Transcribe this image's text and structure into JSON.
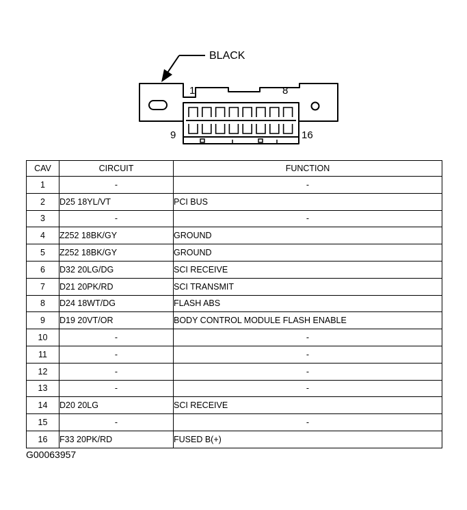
{
  "connector": {
    "wire_label": "BLACK",
    "pin_labels": {
      "top_left": "1",
      "top_right": "8",
      "bottom_left": "9",
      "bottom_right": "16"
    }
  },
  "table": {
    "headers": [
      "CAV",
      "CIRCUIT",
      "FUNCTION"
    ],
    "rows": [
      {
        "cav": "1",
        "circuit": "-",
        "function": "-"
      },
      {
        "cav": "2",
        "circuit": "D25 18YL/VT",
        "function": "PCI BUS"
      },
      {
        "cav": "3",
        "circuit": "-",
        "function": "-"
      },
      {
        "cav": "4",
        "circuit": "Z252 18BK/GY",
        "function": "GROUND"
      },
      {
        "cav": "5",
        "circuit": "Z252 18BK/GY",
        "function": "GROUND"
      },
      {
        "cav": "6",
        "circuit": "D32 20LG/DG",
        "function": "SCI RECEIVE"
      },
      {
        "cav": "7",
        "circuit": "D21 20PK/RD",
        "function": "SCI TRANSMIT"
      },
      {
        "cav": "8",
        "circuit": "D24 18WT/DG",
        "function": "FLASH ABS"
      },
      {
        "cav": "9",
        "circuit": "D19 20VT/OR",
        "function": "BODY CONTROL MODULE FLASH ENABLE"
      },
      {
        "cav": "10",
        "circuit": "-",
        "function": "-"
      },
      {
        "cav": "11",
        "circuit": "-",
        "function": "-"
      },
      {
        "cav": "12",
        "circuit": "-",
        "function": "-"
      },
      {
        "cav": "13",
        "circuit": "-",
        "function": "-"
      },
      {
        "cav": "14",
        "circuit": "D20 20LG",
        "function": "SCI RECEIVE"
      },
      {
        "cav": "15",
        "circuit": "-",
        "function": "-"
      },
      {
        "cav": "16",
        "circuit": "F33 20PK/RD",
        "function": "FUSED B(+)"
      }
    ]
  },
  "figure_id": "G00063957"
}
